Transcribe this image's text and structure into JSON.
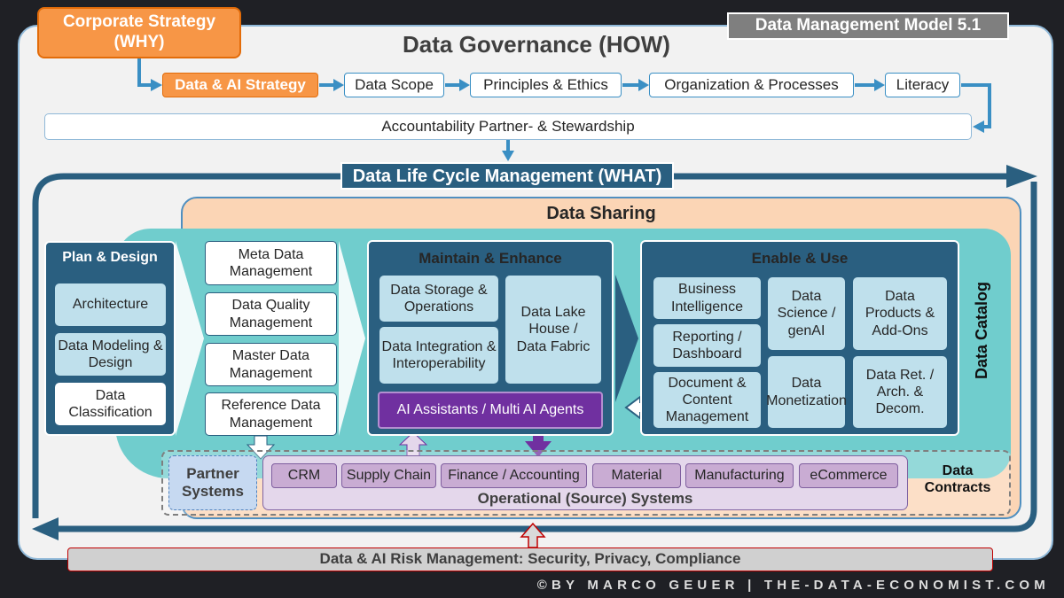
{
  "title": "Data Management Model 5.1",
  "corporate_strategy": "Corporate Strategy (WHY)",
  "governance": {
    "title": "Data Governance (HOW)",
    "steps": [
      "Data & AI Strategy",
      "Data Scope",
      "Principles & Ethics",
      "Organization & Processes",
      "Literacy"
    ],
    "accountability": "Accountability Partner- & Stewardship"
  },
  "lifecycle": {
    "title": "Data Life Cycle Management (WHAT)",
    "sharing": "Data Sharing",
    "catalog": "Data Catalog",
    "contracts": "Data Contracts"
  },
  "plan": {
    "title": "Plan & Design",
    "items": [
      "Architecture",
      "Data Modeling & Design",
      "Data Classification"
    ]
  },
  "management": [
    "Meta Data Management",
    "Data Quality Management",
    "Master Data Management",
    "Reference Data Management"
  ],
  "maintain": {
    "title": "Maintain & Enhance",
    "items": [
      "Data Storage & Operations",
      "Data Integration & Interoperability",
      "Data Lake House / Data Fabric"
    ],
    "ai": "AI Assistants / Multi AI Agents"
  },
  "enable": {
    "title": "Enable & Use",
    "items": [
      "Business Intelligence",
      "Reporting / Dashboard",
      "Document & Content Management",
      "Data Science / genAI",
      "Data Monetization",
      "Data Products & Add-Ons",
      "Data Ret. / Arch. & Decom."
    ]
  },
  "partner": "Partner Systems",
  "operational": {
    "title": "Operational (Source) Systems",
    "items": [
      "CRM",
      "Supply Chain",
      "Finance / Accounting",
      "Material",
      "Manufacturing",
      "eCommerce"
    ]
  },
  "risk": "Data & AI Risk Management: Security, Privacy, Compliance",
  "footer": "©BY MARCO GEUER | THE-DATA-ECONOMIST.COM",
  "colors": {
    "orange": "#f79646",
    "dark_blue": "#2a5f80",
    "teal": "#70cdcd",
    "purple": "#7030a0",
    "peach": "#fbd5b5"
  }
}
